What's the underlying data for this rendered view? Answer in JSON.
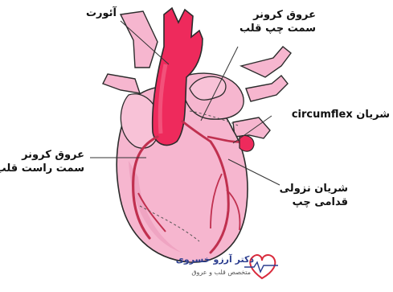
{
  "labels": {
    "aorta": "آئورت",
    "left_coronary_line1": "عروق کرونر",
    "left_coronary_line2": "سمت چپ قلب",
    "circumflex": "شریان circumflex",
    "right_coronary_line1": "عروق کرونر",
    "right_coronary_line2": "سمت راست قلب",
    "lad_line1": "شریان نزولی",
    "lad_line2": "قدامی چپ"
  },
  "logo": {
    "name": "دکتر آرزو خسروی",
    "subtitle": "متخصص قلب و عروق",
    "icon": "heart-pulse-icon"
  },
  "colors": {
    "heart": "#f6b6cf",
    "heart_shadow": "#e98fb3",
    "aorta": "#ee2a5c",
    "artery": "#c0304f",
    "outline": "#2b2b2b"
  }
}
